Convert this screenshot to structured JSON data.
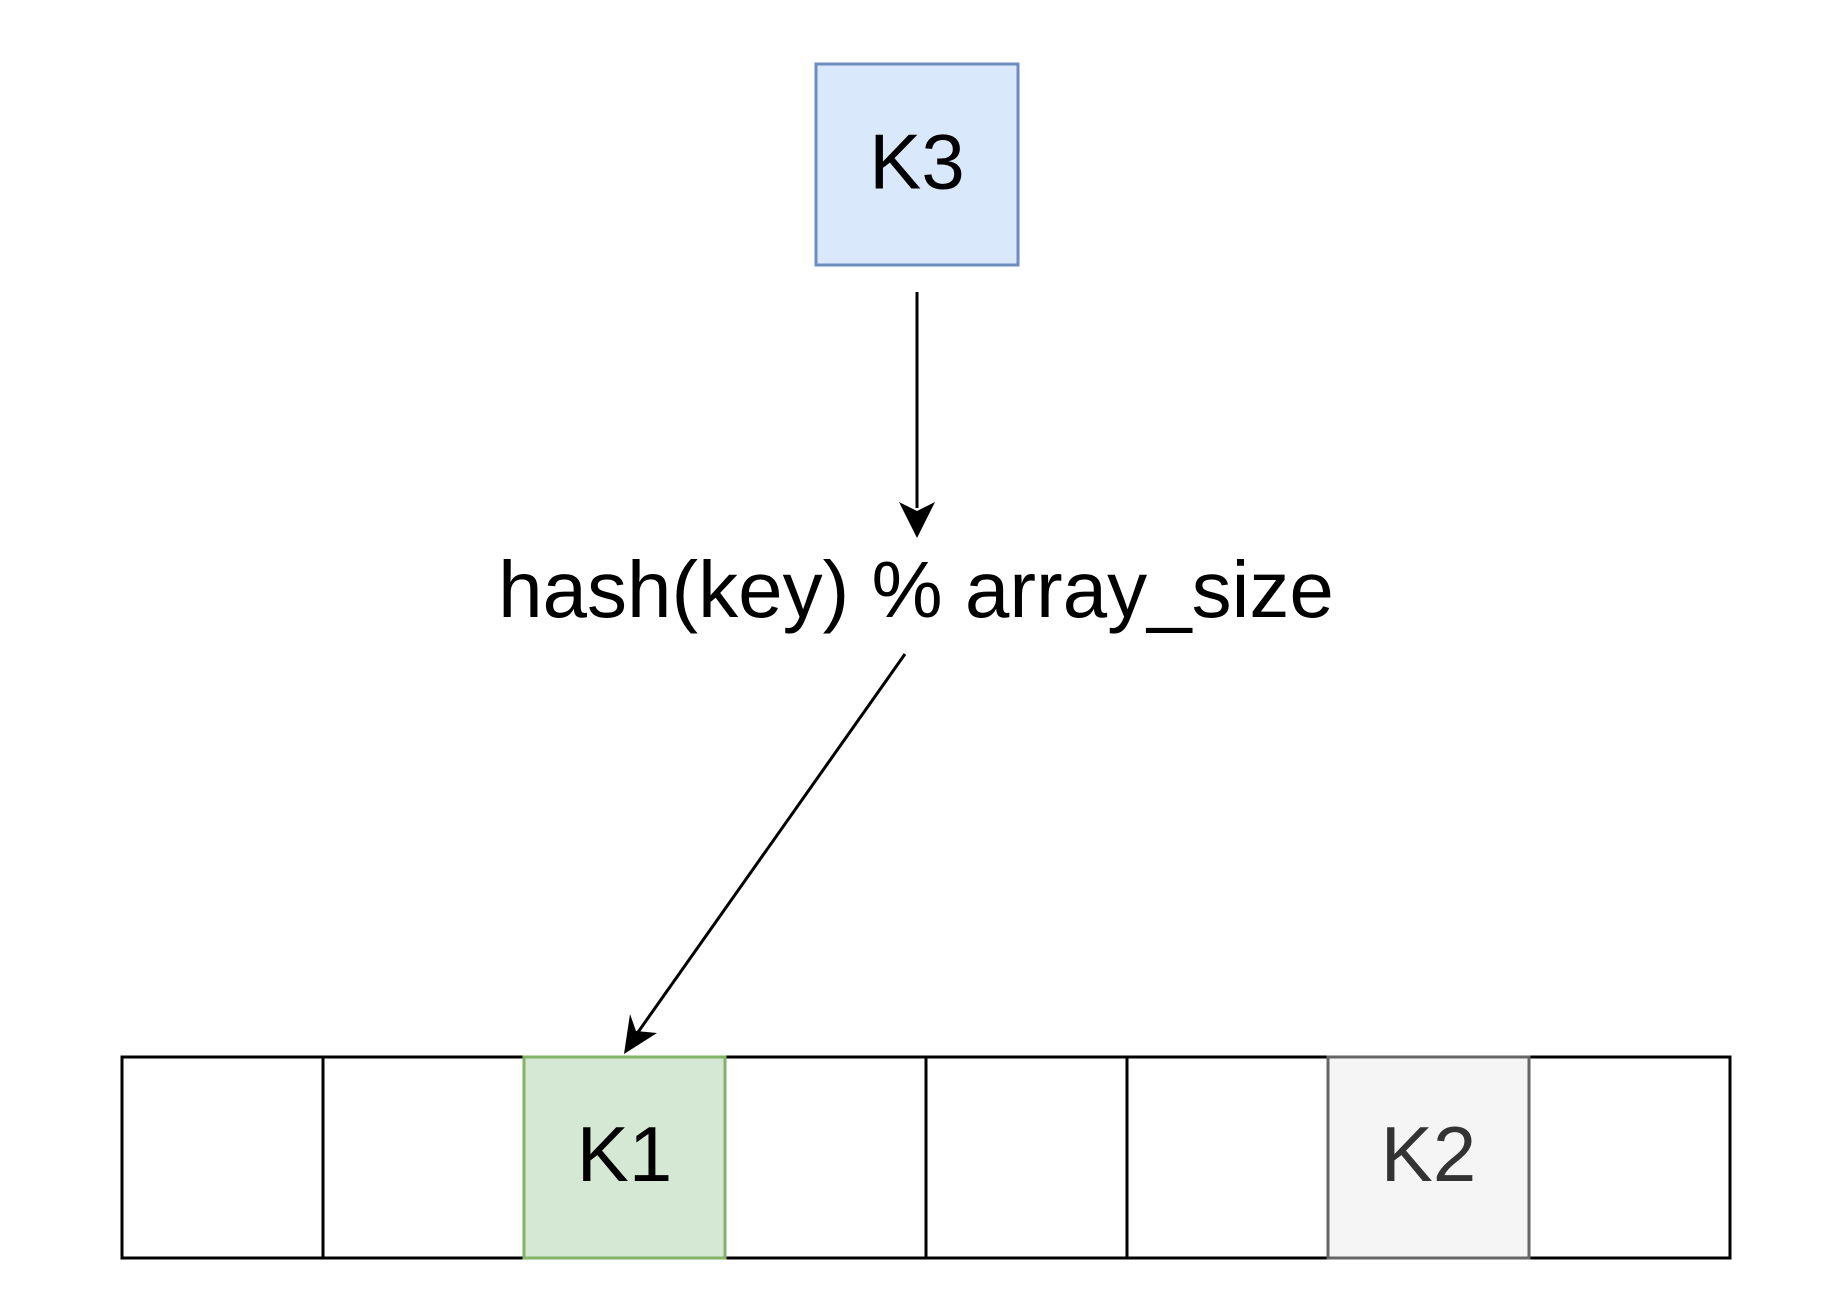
{
  "incoming_key": {
    "label": "K3",
    "fill": "#dae8fc",
    "stroke": "#6c8ebf",
    "text_color": "#000000"
  },
  "hash_function": {
    "label": "hash(key) % array_size"
  },
  "array": {
    "slots": [
      {
        "label": "",
        "fill": "#ffffff",
        "stroke": "#000000",
        "text_color": "#000000"
      },
      {
        "label": "",
        "fill": "#ffffff",
        "stroke": "#000000",
        "text_color": "#000000"
      },
      {
        "label": "K1",
        "fill": "#d5e8d4",
        "stroke": "#82b366",
        "text_color": "#000000"
      },
      {
        "label": "",
        "fill": "#ffffff",
        "stroke": "#000000",
        "text_color": "#000000"
      },
      {
        "label": "",
        "fill": "#ffffff",
        "stroke": "#000000",
        "text_color": "#000000"
      },
      {
        "label": "",
        "fill": "#ffffff",
        "stroke": "#000000",
        "text_color": "#000000"
      },
      {
        "label": "K2",
        "fill": "#f5f5f5",
        "stroke": "#666666",
        "text_color": "#333333"
      },
      {
        "label": "",
        "fill": "#ffffff",
        "stroke": "#000000",
        "text_color": "#000000"
      }
    ]
  },
  "arrow_color": "#000000"
}
